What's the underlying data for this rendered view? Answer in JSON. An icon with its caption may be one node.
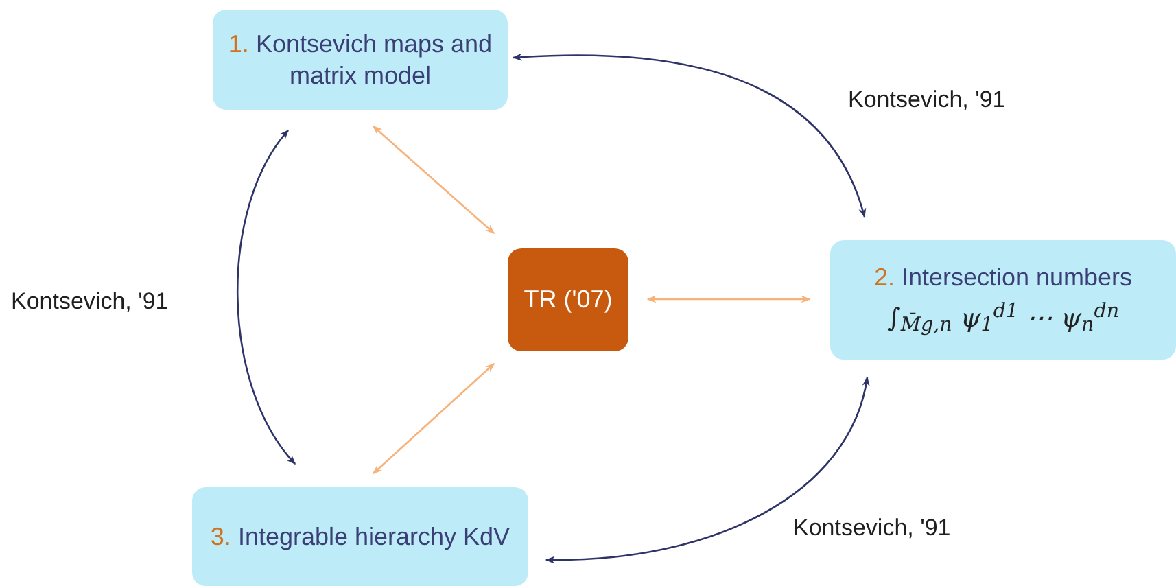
{
  "diagram": {
    "nodes": [
      {
        "text": [
          "1.",
          "Kontsevich maps and matrix model"
        ]
      },
      {
        "text": [
          "2.",
          "Intersection numbers",
          "∫$_{M̄g,n}$ ψ$_{1}$$^{d1}$ ⋯ ψ$_{n}$$^{dn}$"
        ]
      },
      {
        "text": [
          "3.",
          "Integrable hierarchy KdV"
        ]
      },
      {
        "text": [
          "TR ('07)"
        ]
      }
    ],
    "edges": [
      {
        "from": 0,
        "to": 1,
        "arrow": "both",
        "label": "Kontsevich, '91"
      },
      {
        "from": 0,
        "to": 2,
        "arrow": "both",
        "label": "Kontsevich, '91"
      },
      {
        "from": 1,
        "to": 2,
        "arrow": "both",
        "label": "Kontsevich, '91"
      },
      {
        "from": 3,
        "to": 0,
        "arrow": "both",
        "color": "#f7b27a"
      },
      {
        "from": 3,
        "to": 1,
        "arrow": "both",
        "color": "#f7b27a"
      },
      {
        "from": 3,
        "to": 2,
        "arrow": "both",
        "color": "#f7b27a"
      }
    ]
  }
}
